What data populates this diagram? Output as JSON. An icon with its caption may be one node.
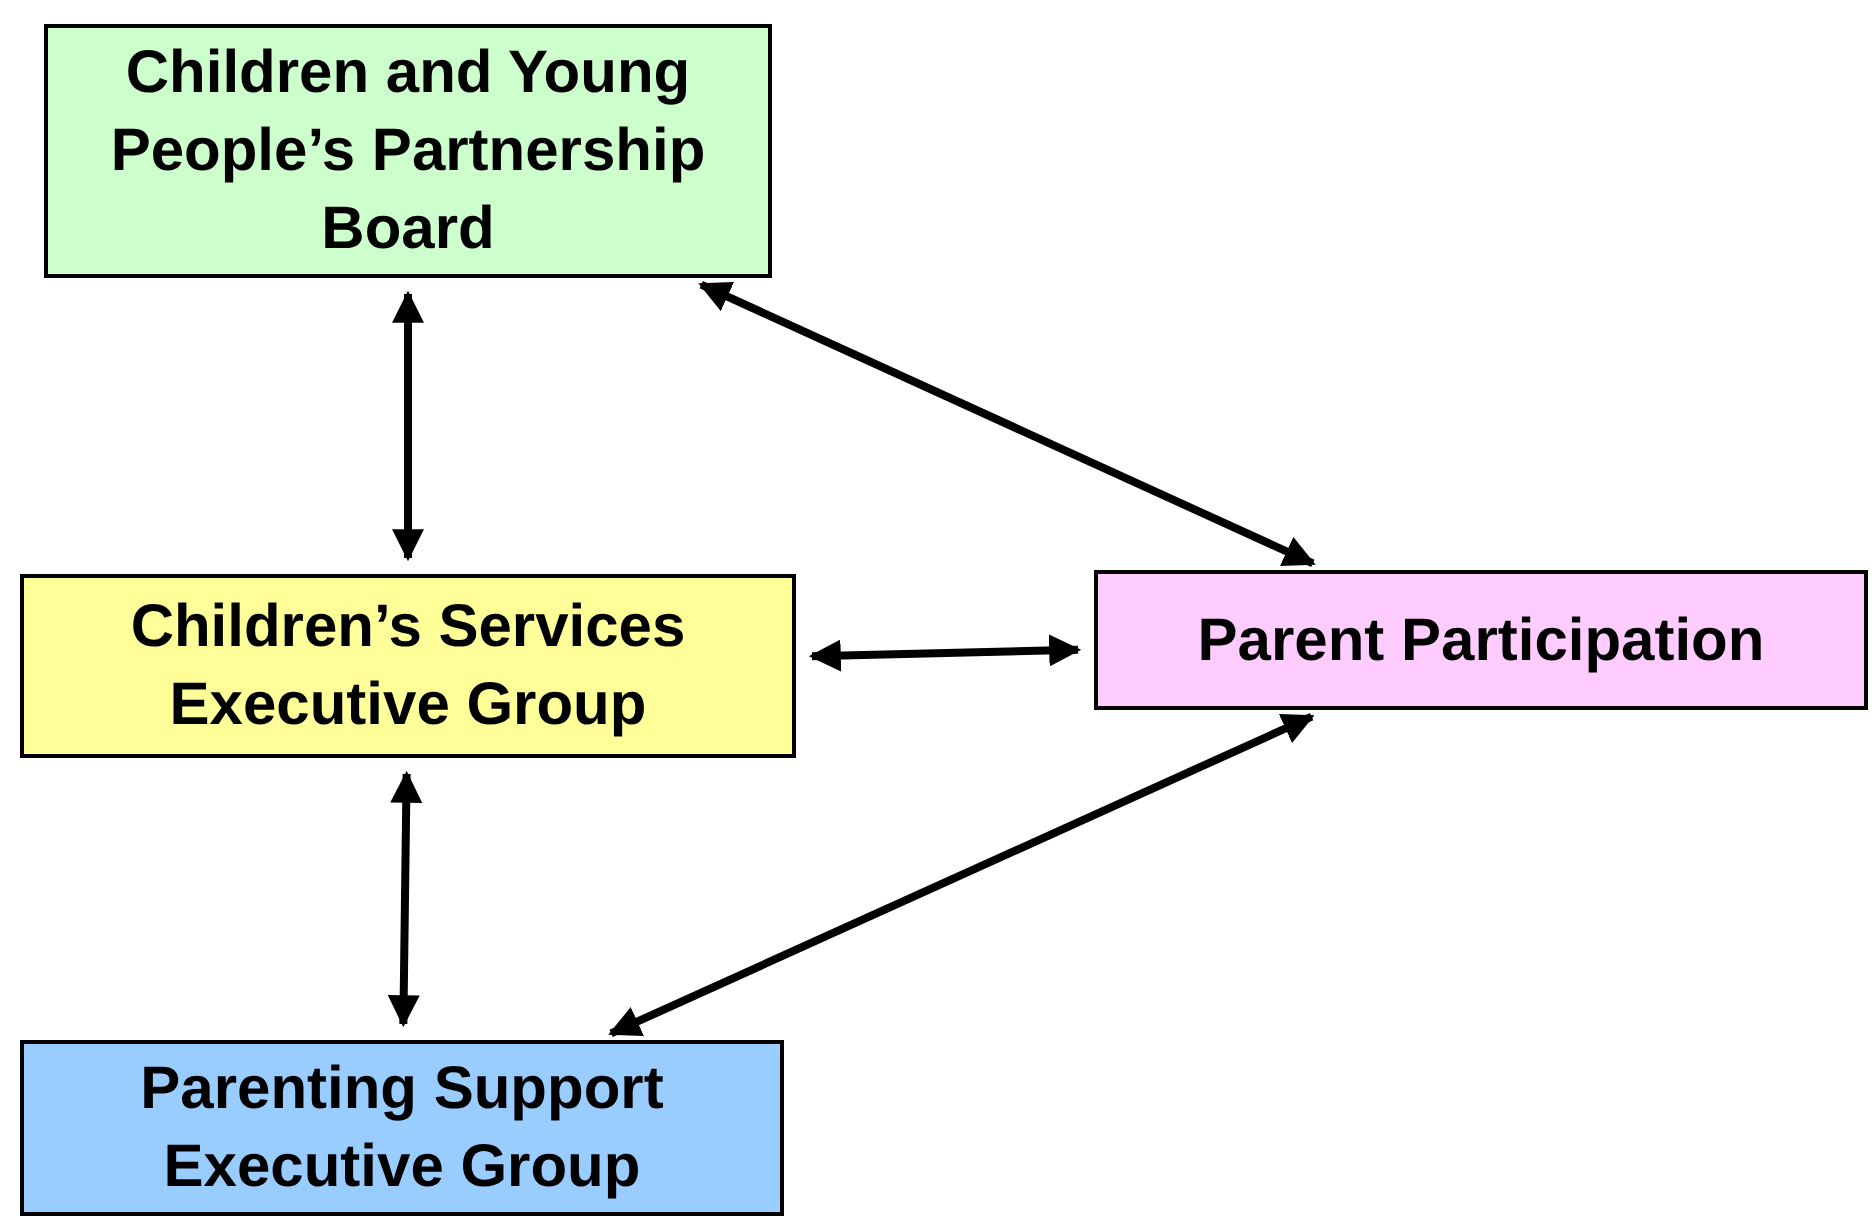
{
  "diagram": {
    "nodes": [
      {
        "text": [
          "Children and Young People’s Partnership Board"
        ]
      },
      {
        "text": [
          "Children’s Services Executive Group"
        ]
      },
      {
        "text": [
          "Parent Participation"
        ]
      },
      {
        "text": [
          "Parenting Support Executive Group"
        ]
      }
    ],
    "edges": [
      {
        "from": 0,
        "to": 1,
        "arrow": "both"
      },
      {
        "from": 0,
        "to": 2,
        "arrow": "both"
      },
      {
        "from": 1,
        "to": 2,
        "arrow": "both"
      },
      {
        "from": 1,
        "to": 3,
        "arrow": "both"
      },
      {
        "from": 3,
        "to": 2,
        "arrow": "both"
      }
    ]
  }
}
